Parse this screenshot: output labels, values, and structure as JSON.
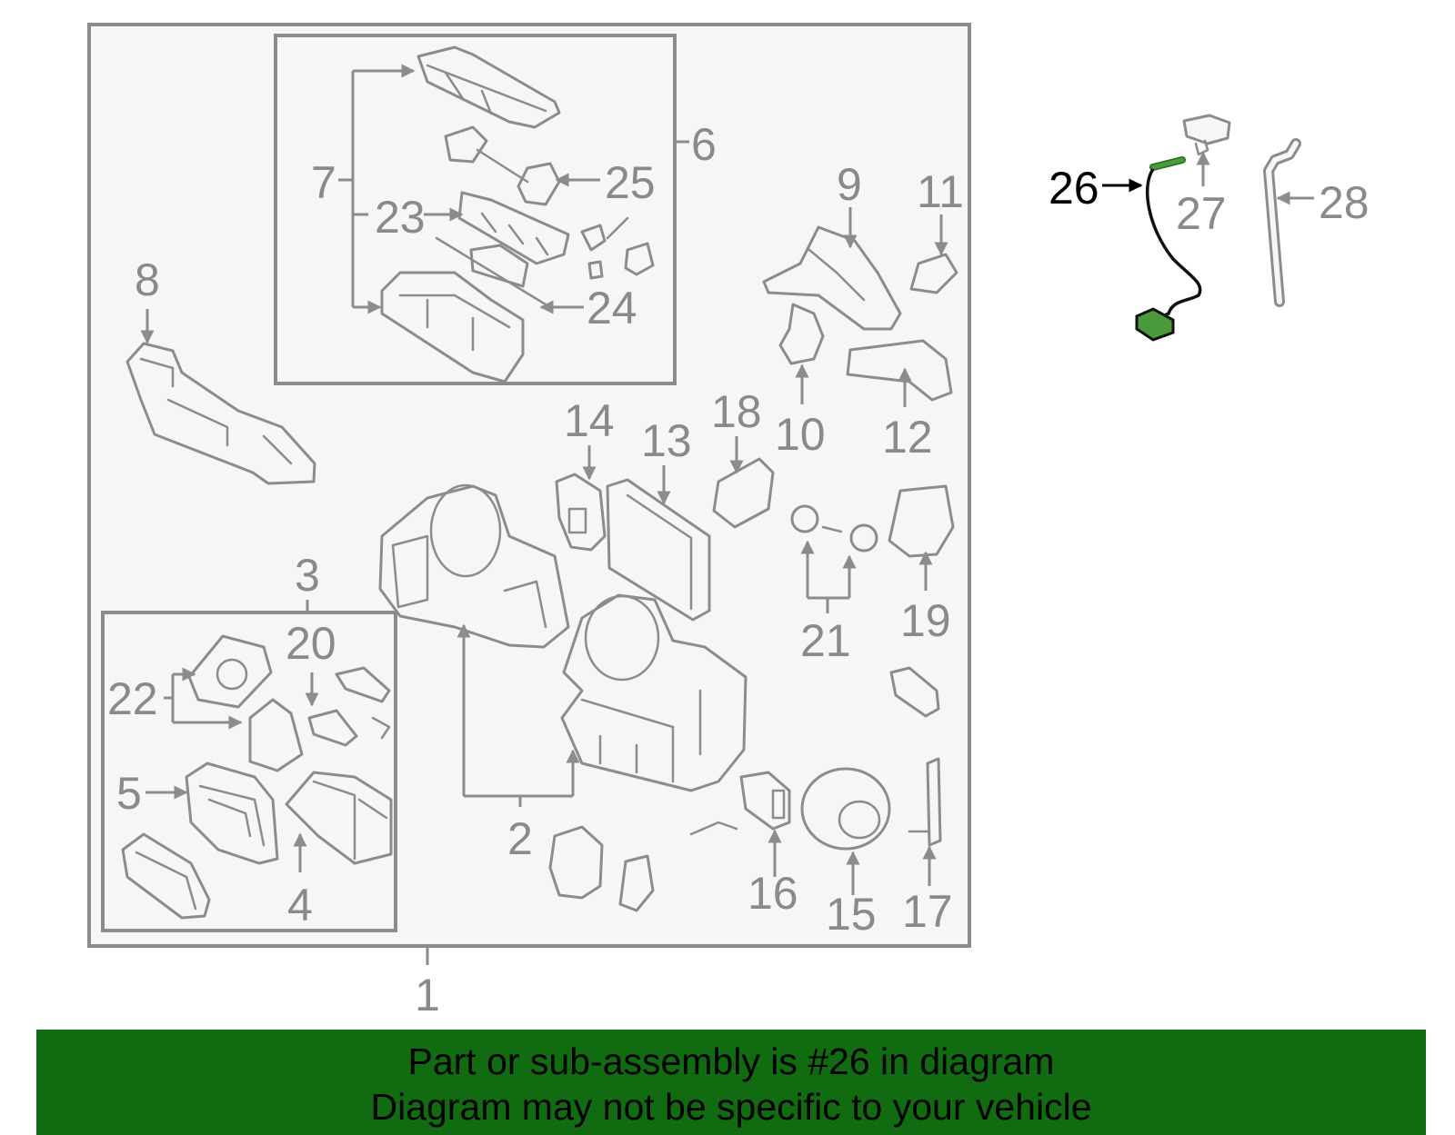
{
  "diagram": {
    "labels": {
      "p1": "1",
      "p2": "2",
      "p3": "3",
      "p4": "4",
      "p5": "5",
      "p6": "6",
      "p7": "7",
      "p8": "8",
      "p9": "9",
      "p10": "10",
      "p11": "11",
      "p12": "12",
      "p13": "13",
      "p14": "14",
      "p15": "15",
      "p16": "16",
      "p17": "17",
      "p18": "18",
      "p19": "19",
      "p20": "20",
      "p21": "21",
      "p22": "22",
      "p23": "23",
      "p24": "24",
      "p25": "25",
      "p26": "26",
      "p27": "27",
      "p28": "28"
    },
    "highlighted_part": "26"
  },
  "banner": {
    "line1": "Part or sub-assembly is #26 in diagram",
    "line2": "Diagram may not be specific to your vehicle"
  },
  "colors": {
    "banner_bg": "#116b11",
    "highlight": "#4a9a3c",
    "line_gray": "#8c8c8c",
    "panel_bg": "#f6f6f6"
  }
}
